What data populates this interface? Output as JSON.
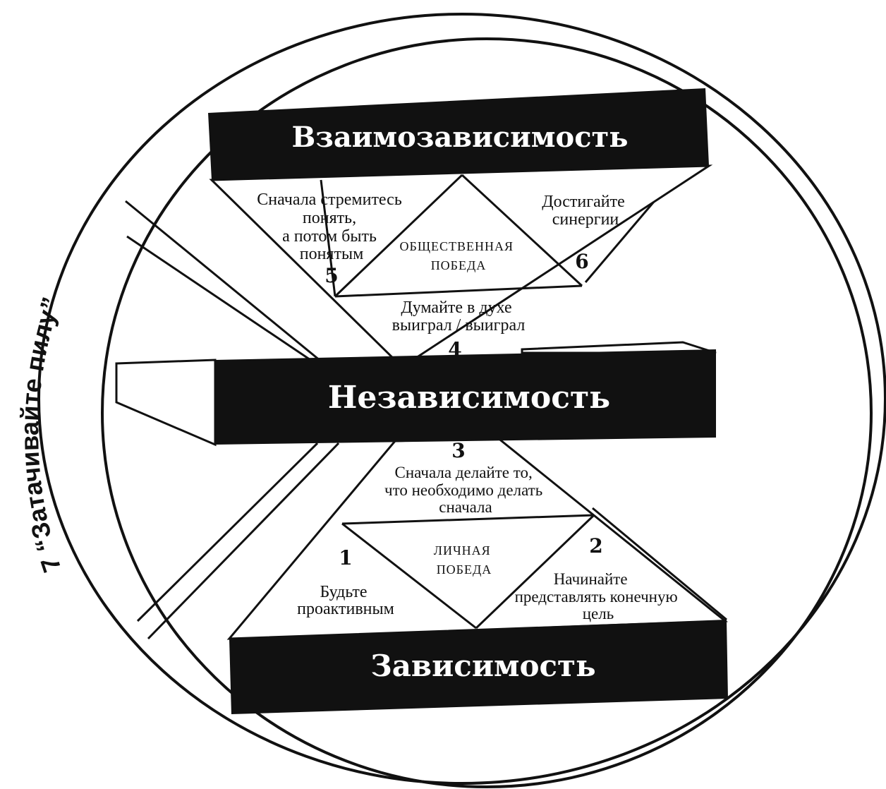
{
  "bands": {
    "top": "Взаимозависимость",
    "middle": "Независимость",
    "bottom": "Зависимость"
  },
  "habits": {
    "h1": {
      "number": "1",
      "lines": [
        "Будьте",
        "проактивным"
      ]
    },
    "h2": {
      "number": "2",
      "lines": [
        "Начинайте",
        "представлять конечную",
        "цель"
      ]
    },
    "h3": {
      "number": "3",
      "lines": [
        "Сначала делайте то,",
        "что необходимо делать",
        "сначала"
      ]
    },
    "h4": {
      "number": "4",
      "lines": [
        "Думайте в духе",
        "выиграл / выиграл"
      ]
    },
    "h5": {
      "number": "5",
      "lines": [
        "Сначала стремитесь",
        "понять,",
        "а потом быть",
        "понятым"
      ]
    },
    "h6": {
      "number": "6",
      "lines": [
        "Достигайте",
        "синергии"
      ]
    },
    "h7": "7 “Затачивайте пилу”"
  },
  "victories": {
    "private": [
      "ЛИЧНАЯ",
      "ПОБЕДА"
    ],
    "public": [
      "ОБЩЕСТВЕННАЯ",
      "ПОБЕДА"
    ]
  }
}
